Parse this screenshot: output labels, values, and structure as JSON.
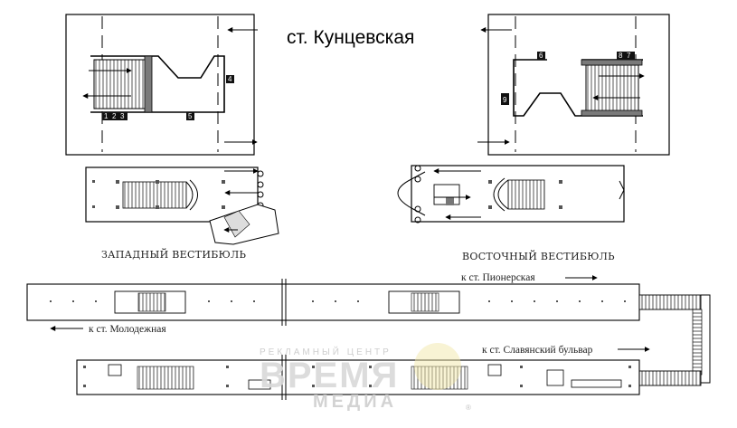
{
  "title": "ст. Кунцевская",
  "vestibules": {
    "west": "ЗАПАДНЫЙ ВЕСТИБЮЛЬ",
    "east": "ВОСТОЧНЫЙ ВЕСТИБЮЛЬ"
  },
  "directions": {
    "pionerskaya": "к ст. Пионерская",
    "molodezhnaya": "к ст. Молодежная",
    "slavyansky": "к ст. Славянский бульвар"
  },
  "exit_numbers_west": [
    "1",
    "2",
    "3",
    "4",
    "5"
  ],
  "exit_numbers_east": [
    "6",
    "8",
    "7",
    "9"
  ],
  "watermark": {
    "line1": "РЕКЛАМНЫЙ ЦЕНТР",
    "line2": "ВРЕМЯ",
    "line3": "МЕДИА",
    "mark": "®"
  }
}
